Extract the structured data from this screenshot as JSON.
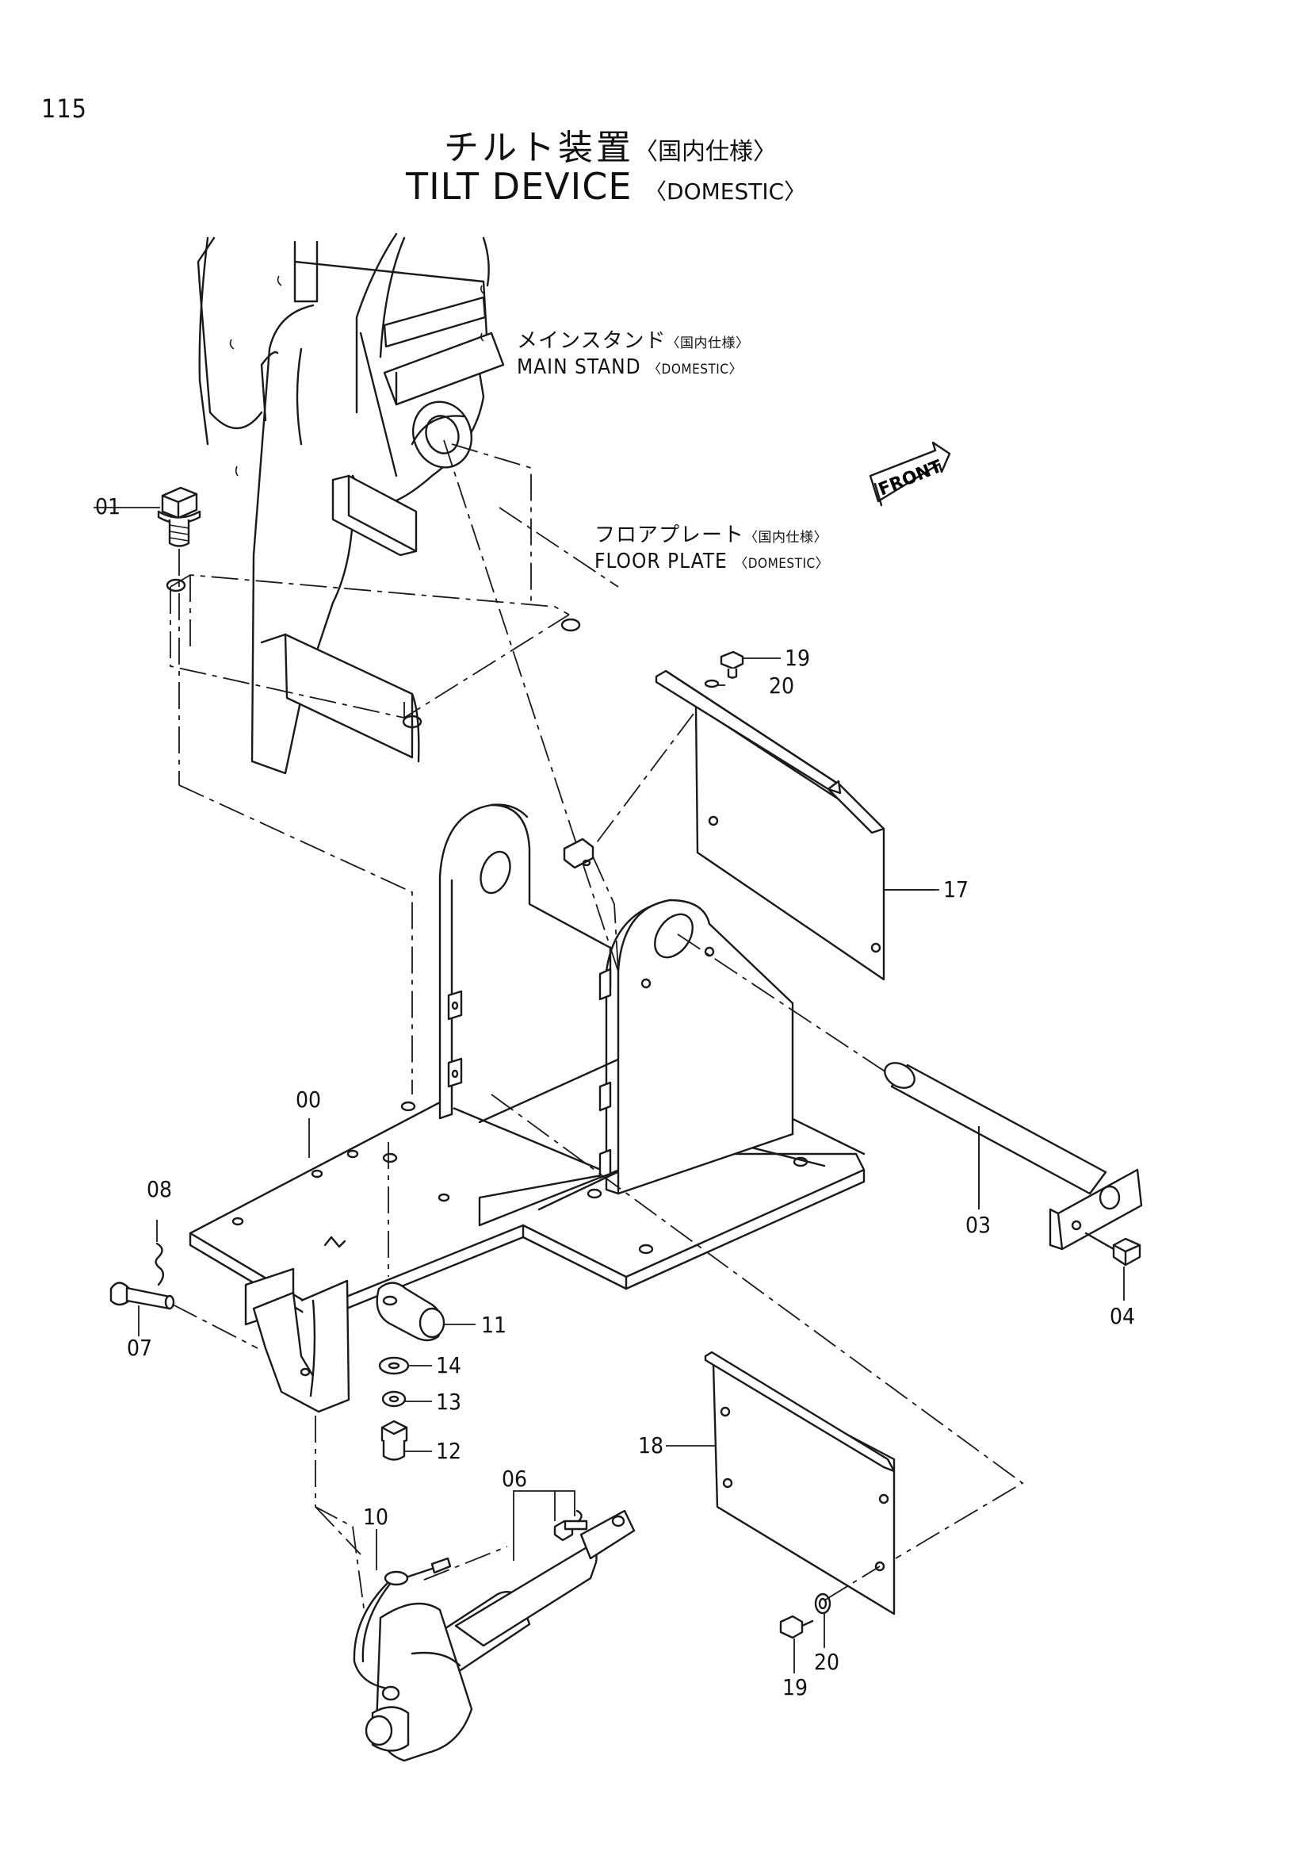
{
  "page_number": "115",
  "title": {
    "jp_main": "チルト装置",
    "jp_sub": "〈国内仕様〉",
    "en_main": "TILT DEVICE",
    "en_sub": "〈DOMESTIC〉"
  },
  "labels": {
    "main_stand": {
      "jp_main": "メインスタンド",
      "jp_sub": "〈国内仕様〉",
      "en_main": "MAIN STAND",
      "en_sub": "〈DOMESTIC〉"
    },
    "floor_plate": {
      "jp_main": "フロアプレート",
      "jp_sub": "〈国内仕様〉",
      "en_main": "FLOOR PLATE",
      "en_sub": "〈DOMESTIC〉"
    },
    "front_arrow": "FRONT"
  },
  "callouts": {
    "c00": "00",
    "c01": "01",
    "c03": "03",
    "c04": "04",
    "c06": "06",
    "c07": "07",
    "c08": "08",
    "c10": "10",
    "c11": "11",
    "c12": "12",
    "c13": "13",
    "c14": "14",
    "c17": "17",
    "c18": "18",
    "c19_top": "19",
    "c20_top": "20",
    "c19_bottom": "19",
    "c20_bottom": "20"
  },
  "colors": {
    "ink": "#1a1a1a",
    "paper": "#ffffff"
  }
}
